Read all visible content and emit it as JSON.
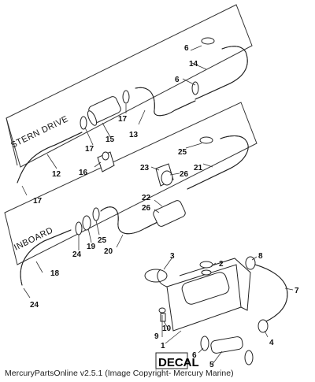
{
  "sections": {
    "stern_drive": "STERN DRIVE",
    "inboard": "INBOARD"
  },
  "decal": "DECAL",
  "callouts": [
    "6",
    "14",
    "6",
    "17",
    "15",
    "13",
    "17",
    "16",
    "12",
    "17",
    "25",
    "21",
    "23",
    "26",
    "22",
    "26",
    "25",
    "19",
    "24",
    "20",
    "18",
    "24",
    "3",
    "2",
    "8",
    "7",
    "10",
    "9",
    "1",
    "6",
    "5",
    "4"
  ],
  "footer": "MercuryPartsOnline v2.5.1 (Image Copyright- Mercury Marine)"
}
